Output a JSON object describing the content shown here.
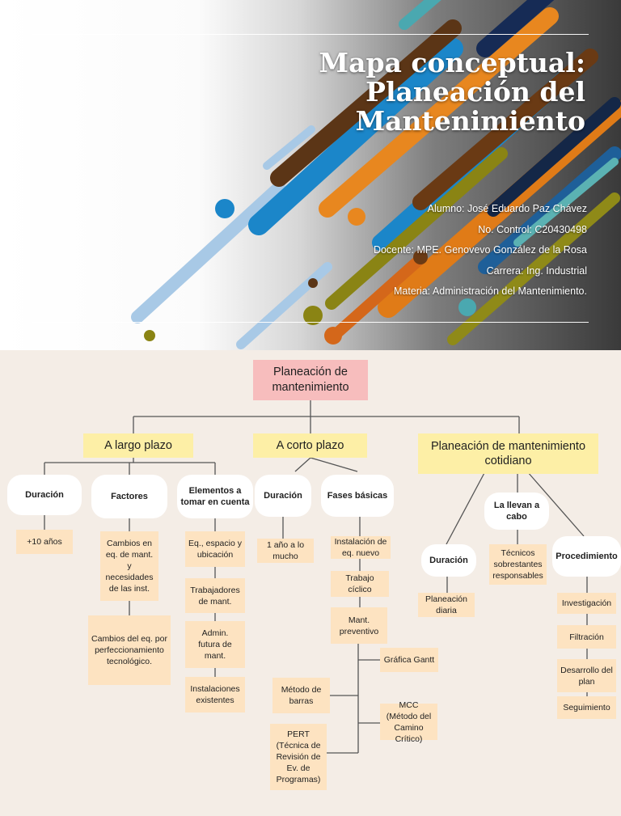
{
  "cover": {
    "title_lines": [
      "Mapa conceptual:",
      "Planeación del",
      "Mantenimiento"
    ],
    "meta": [
      "Alumno: José Eduardo Paz Chávez",
      "No. Control: C20430498",
      "Docente: MPE. Genovevo González de la Rosa",
      "Carrera: Ing. Industrial",
      "Materia: Administración del Mantenimiento."
    ]
  },
  "map": {
    "root": "Planeación de mantenimiento",
    "largo": {
      "title": "A largo plazo",
      "duracion": "Duración",
      "duracion_val": "+10 años",
      "factores": "Factores",
      "factores_items": [
        "Cambios en eq. de mant. y necesidades de las inst.",
        "Cambios del eq. por perfeccionamiento tecnológico."
      ],
      "elementos": "Elementos a tomar en cuenta",
      "elementos_items": [
        "Eq., espacio y ubicación",
        "Trabajadores de mant.",
        "Admin. futura de mant.",
        "Instalaciones existentes"
      ]
    },
    "corto": {
      "title": "A corto plazo",
      "duracion": "Duración",
      "duracion_val": "1 año a lo mucho",
      "fases": "Fases básicas",
      "fases_items": [
        "Instalación de eq. nuevo",
        "Trabajo cíclico",
        "Mant. preventivo"
      ],
      "metodos": [
        "Gráfica Gantt",
        "Método de barras",
        "MCC (Método del Camino Crítico)",
        "PERT (Técnica de Revisión de Ev. de Programas)"
      ]
    },
    "cotidiano": {
      "title": "Planeación de mantenimiento cotidiano",
      "duracion": "Duración",
      "duracion_val": "Planeación diaria",
      "llevan": "La llevan a cabo",
      "llevan_val": "Técnicos sobrestantes responsables",
      "procedimiento": "Procedimiento",
      "procedimiento_items": [
        "Investigación",
        "Filtración",
        "Desarrollo del plan",
        "Seguimiento"
      ]
    }
  },
  "colors": {
    "root": "#f7bdbd",
    "category": "#fdefa6",
    "leaf": "#fde3c1",
    "concept": "#ffffff",
    "background": "#f4ede6"
  }
}
